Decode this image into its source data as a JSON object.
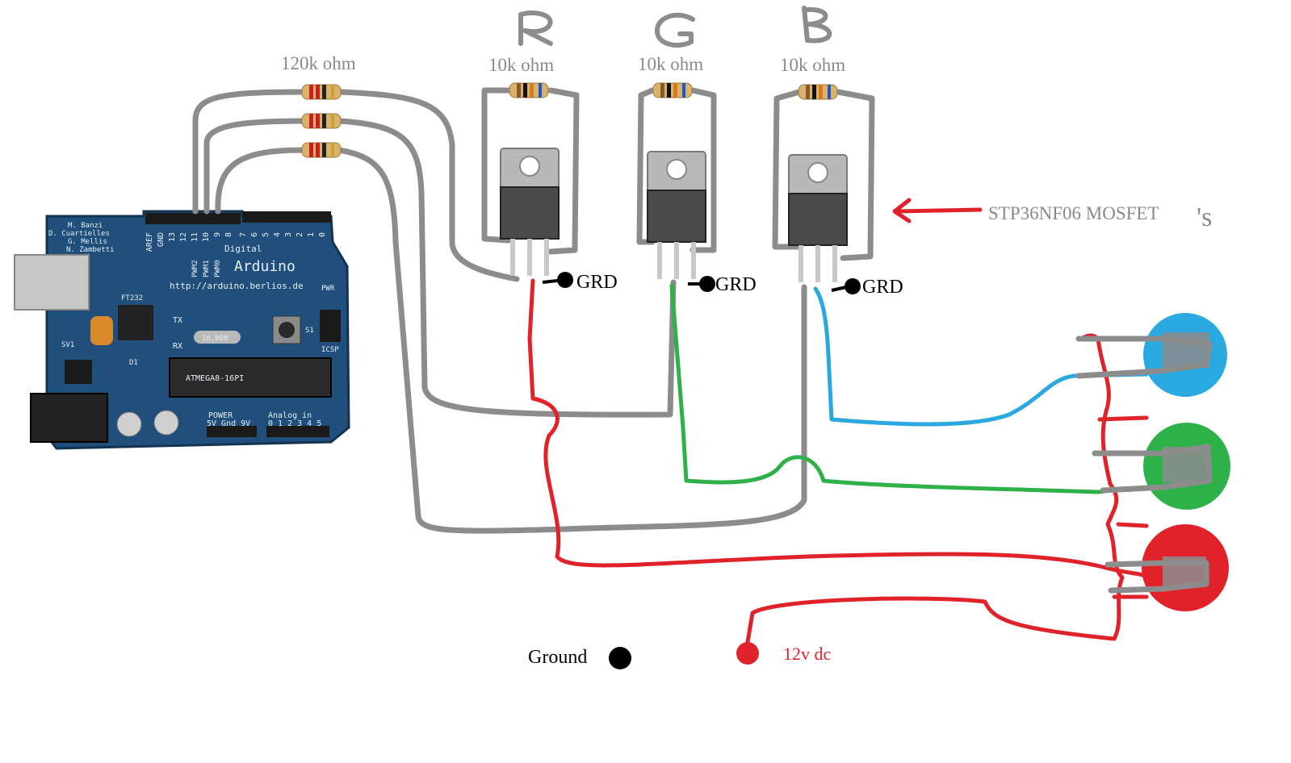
{
  "arduino": {
    "name": "Arduino",
    "url": "http://arduino.berlios.de",
    "credits": [
      "M. Banzi",
      "D. Cuartielles",
      "G. Mellis",
      "N. Zambetti"
    ],
    "header_labels": [
      "AREF",
      "GND",
      "13",
      "12",
      "11",
      "10",
      "9",
      "8",
      "7",
      "6",
      "5",
      "4",
      "3",
      "2",
      "1",
      "0"
    ],
    "digital_label": "Digital",
    "pwm_labels": [
      "PWM2",
      "PWM1",
      "PWM0"
    ],
    "tx": "TX",
    "rx": "RX",
    "icsp": "ICSP",
    "pwr": "PWR",
    "chip": "ATMEGA8-16PI",
    "power": "POWER",
    "power_pins": "5V Gnd 9V",
    "analog": "Analog in",
    "analog_pins": "0 1 2 3 4 5",
    "crystal": "16.000",
    "ftdi": "FT232",
    "sv1": "SV1",
    "d1": "D1",
    "s1": "S1"
  },
  "resistors": {
    "gate_label": "120k ohm",
    "pulldown_label": "10k ohm"
  },
  "channels": [
    {
      "letter": "R",
      "color": "#e0222b",
      "ground": "GRD"
    },
    {
      "letter": "G",
      "color": "#2fb14a",
      "ground": "GRD"
    },
    {
      "letter": "B",
      "color": "#2aa8e0",
      "ground": "GRD"
    }
  ],
  "mosfet_label": "STP36NF06 MOSFET",
  "mosfet_plural": "'s",
  "legend": {
    "ground": "Ground",
    "supply": "12v dc"
  },
  "colors": {
    "wire_gray": "#8c8c8c",
    "wire_red": "#e0222b",
    "wire_green": "#2fb14a",
    "wire_blue": "#2aa8e0",
    "board": "#1f4f7a"
  }
}
